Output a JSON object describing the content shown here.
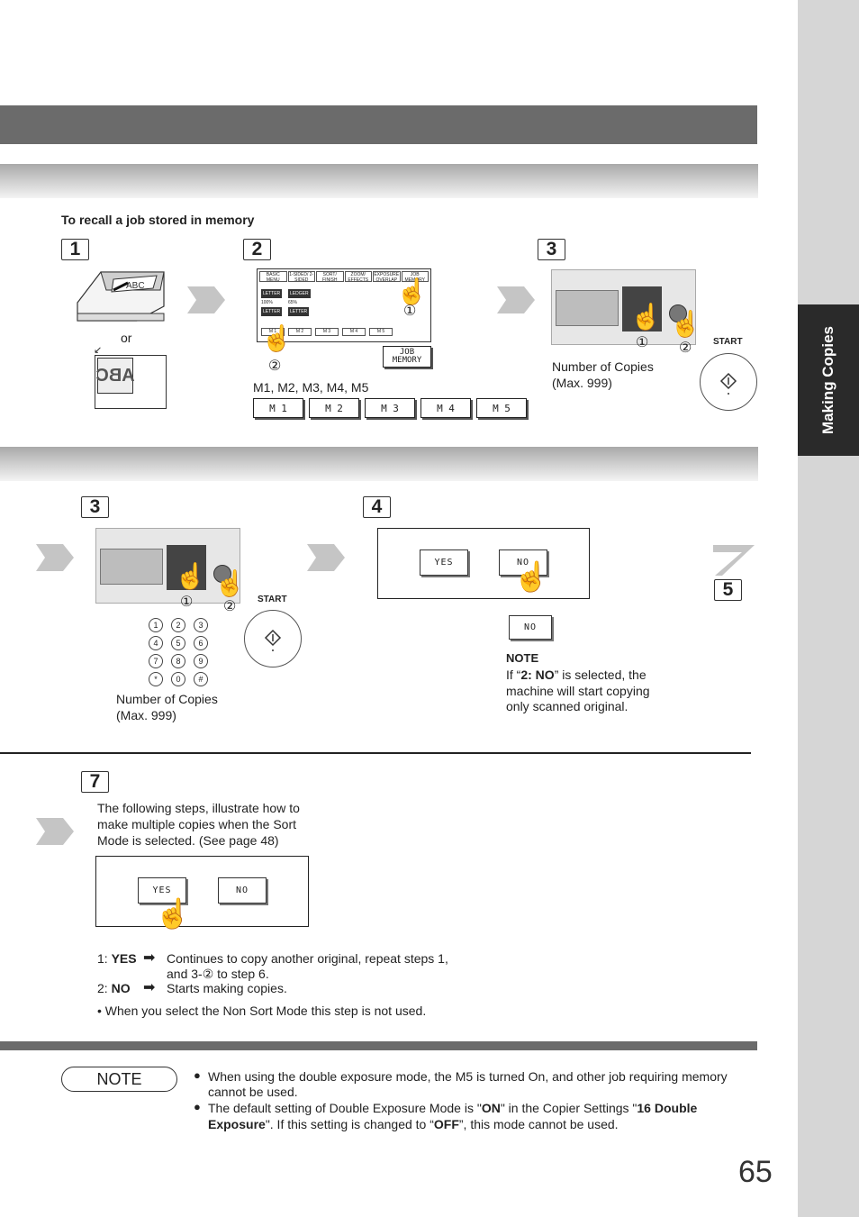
{
  "side_tab": {
    "label": "Making Copies"
  },
  "section1": {
    "heading": "To recall a job stored in memory",
    "step1": {
      "num": "1",
      "or": "or",
      "doc_text": "ABC"
    },
    "step2": {
      "num": "2",
      "tabs": [
        "BASIC MENU",
        "1-SIDED/ 2-SIDED",
        "SORT/ FINISH",
        "ZOOM/ EFFECTS",
        "EXPOSURE OVERLAP",
        "JOB MEMORY"
      ],
      "paper": [
        "LETTER",
        "100%",
        "LETTER",
        "LEDGER",
        "65%",
        "LETTER"
      ],
      "mem_small": [
        "M 1",
        "M 2",
        "M 3",
        "M 4",
        "M 5"
      ],
      "job_memory_label": "JOB MEMORY",
      "caption": "M1, M2, M3, M4, M5",
      "mem_buttons": [
        "M 1",
        "M 2",
        "M 3",
        "M 4",
        "M 5"
      ],
      "marker1": "①",
      "marker2": "②"
    },
    "step3": {
      "num": "3",
      "marker1": "①",
      "marker2": "②",
      "start_label": "START",
      "caption_line1": "Number of Copies",
      "caption_line2": "(Max. 999)"
    }
  },
  "section2": {
    "step3": {
      "num": "3",
      "marker1": "①",
      "marker2": "②",
      "start_label": "START",
      "keys": [
        "1",
        "2",
        "3",
        "4",
        "5",
        "6",
        "7",
        "8",
        "9",
        "*",
        "0",
        "#"
      ],
      "caption_line1": "Number of Copies",
      "caption_line2": "(Max. 999)"
    },
    "step4": {
      "num": "4",
      "yes": "YES",
      "no": "NO",
      "no_alone": "NO",
      "note_title": "NOTE",
      "note_pre": "If “",
      "note_bold": "2: NO",
      "note_post": "” is selected, the",
      "note_line2": "machine will start copying",
      "note_line3": "only scanned original."
    },
    "step5": {
      "num": "5"
    }
  },
  "section3": {
    "step7": {
      "num": "7",
      "intro": [
        "The following steps, illustrate how to",
        "make multiple copies when the Sort",
        "Mode is selected. (See page 48)"
      ],
      "yes": "YES",
      "no": "NO",
      "opt1_num": "1: ",
      "opt1_key": "YES",
      "opt1_text": "Continues to copy another original, repeat steps 1,",
      "opt1_text2": "and 3-② to step 6.",
      "opt2_num": "2: ",
      "opt2_key": "NO",
      "opt2_text": "Starts making copies.",
      "bullet": "• When you select the Non Sort Mode this step is not used."
    }
  },
  "note": {
    "label": "NOTE",
    "item1_line1": "When using the double exposure mode, the M5 is turned On, and other job requiring memory",
    "item1_line2": "cannot be used.",
    "item2_a": "The default setting of Double Exposure Mode is \"",
    "item2_b": "ON",
    "item2_c": "\" in the Copier Settings \"",
    "item2_d": "16 Double",
    "item2_e": "Exposure",
    "item2_f": "\". If this setting is changed to “",
    "item2_g": "OFF",
    "item2_h": "”, this mode cannot be used."
  },
  "page_number": "65"
}
